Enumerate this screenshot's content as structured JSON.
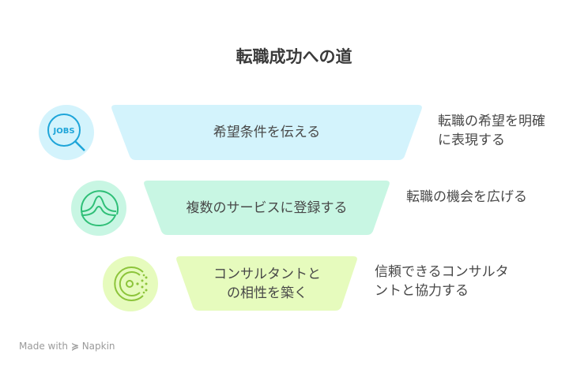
{
  "title": "転職成功への道",
  "stages": [
    {
      "label": "希望条件を伝える",
      "description": "転職の希望を明確に表現する",
      "icon": "jobs-search-icon",
      "fill": "#d3f3fc",
      "icon_bg": "#d3f3fc",
      "icon_color": "#1ea5d9"
    },
    {
      "label": "複数のサービスに登録する",
      "description": "転職の機会を広げる",
      "icon": "signal-peak-icon",
      "fill": "#c8f6e3",
      "icon_bg": "#c8f6e3",
      "icon_color": "#2fbf77"
    },
    {
      "label": "コンサルタントとの相性を築く",
      "description": "信頼できるコンサルタントと協力する",
      "icon": "consul-c-icon",
      "fill": "#e6fbbd",
      "icon_bg": "#e6fbbd",
      "icon_color": "#8cc43a"
    }
  ],
  "footer": {
    "text": "Made with",
    "brand": "Napkin"
  }
}
